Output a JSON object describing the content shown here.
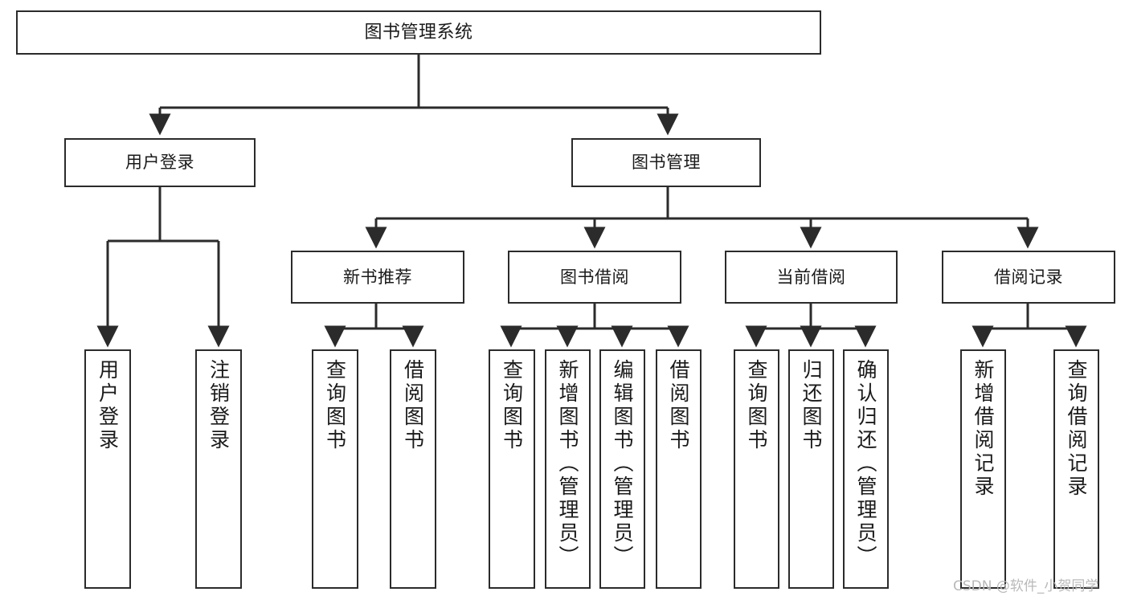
{
  "diagram": {
    "title": "图书管理系统",
    "watermark": "CSDN @软件_小贺同学",
    "stroke_color": "#2b2b2b",
    "fill_color": "#ffffff",
    "text_color": "#1a1a1a",
    "watermark_color": "#b9b9b9"
  },
  "nodes": {
    "root": {
      "label": "图书管理系统"
    },
    "level2": [
      {
        "label": "用户登录"
      },
      {
        "label": "图书管理"
      }
    ],
    "level3": [
      {
        "label": "新书推荐"
      },
      {
        "label": "图书借阅"
      },
      {
        "label": "当前借阅"
      },
      {
        "label": "借阅记录"
      }
    ],
    "leaves": {
      "user_login": [
        {
          "label": "用户登录"
        },
        {
          "label": "注销登录"
        }
      ],
      "new_book": [
        {
          "label": "查询图书"
        },
        {
          "label": "借阅图书"
        }
      ],
      "book_borrow": [
        {
          "label": "查询图书"
        },
        {
          "label": "新增图书（管理员）"
        },
        {
          "label": "编辑图书（管理员）"
        },
        {
          "label": "借阅图书"
        }
      ],
      "current_borrow": [
        {
          "label": "查询图书"
        },
        {
          "label": "归还图书"
        },
        {
          "label": "确认归还（管理员）"
        }
      ],
      "borrow_record": [
        {
          "label": "新增借阅记录"
        },
        {
          "label": "查询借阅记录"
        }
      ]
    }
  },
  "chart_data": {
    "type": "diagram",
    "diagram_kind": "tree / functional-structure-chart",
    "title": "图书管理系统",
    "orientation": "top-down",
    "edge_style": "orthogonal-with-arrowheads",
    "tree": {
      "name": "图书管理系统",
      "children": [
        {
          "name": "用户登录",
          "children": [
            {
              "name": "用户登录"
            },
            {
              "name": "注销登录"
            }
          ]
        },
        {
          "name": "图书管理",
          "children": [
            {
              "name": "新书推荐",
              "children": [
                {
                  "name": "查询图书"
                },
                {
                  "name": "借阅图书"
                }
              ]
            },
            {
              "name": "图书借阅",
              "children": [
                {
                  "name": "查询图书"
                },
                {
                  "name": "新增图书（管理员）"
                },
                {
                  "name": "编辑图书（管理员）"
                },
                {
                  "name": "借阅图书"
                }
              ]
            },
            {
              "name": "当前借阅",
              "children": [
                {
                  "name": "查询图书"
                },
                {
                  "name": "归还图书"
                },
                {
                  "name": "确认归还（管理员）"
                }
              ]
            },
            {
              "name": "借阅记录",
              "children": [
                {
                  "name": "新增借阅记录"
                },
                {
                  "name": "查询借阅记录"
                }
              ]
            }
          ]
        }
      ]
    },
    "counts": {
      "depth": 4,
      "total_nodes": 20,
      "leaf_nodes": 13
    }
  }
}
